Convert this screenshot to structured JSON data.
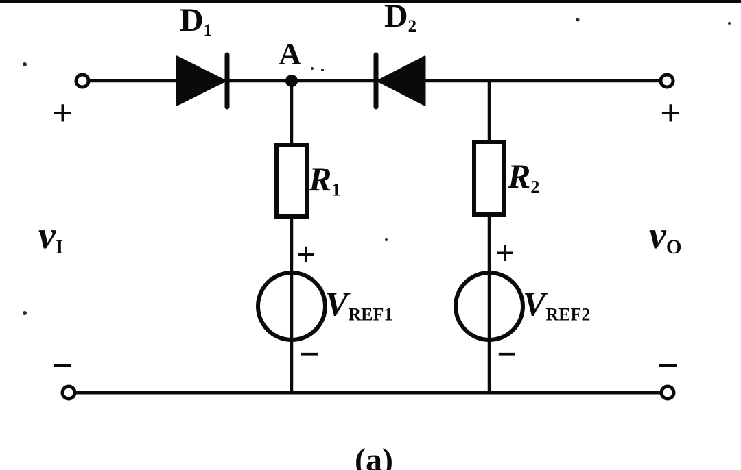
{
  "labels": {
    "d1": {
      "base": "D",
      "sub": "1"
    },
    "d2": {
      "base": "D",
      "sub": "2"
    },
    "node_a": "A",
    "r1": {
      "base": "R",
      "sub": "1"
    },
    "r2": {
      "base": "R",
      "sub": "2"
    },
    "vref1": {
      "base": "V",
      "sub": "REF1"
    },
    "vref2": {
      "base": "V",
      "sub": "REF2"
    },
    "vi": {
      "base": "v",
      "sub": "I"
    },
    "vo": {
      "base": "v",
      "sub": "O"
    },
    "input_plus": "+",
    "input_minus": "−",
    "output_plus": "+",
    "output_minus": "−",
    "src1_plus": "+",
    "src1_minus": "−",
    "src2_plus": "+",
    "src2_minus": "−",
    "caption": "(a)"
  },
  "symbols": {
    "diode1": "diode-pointing-right-with-cathode-bar",
    "diode2": "diode-pointing-left-with-cathode-bar",
    "resistor": "open-rectangle",
    "voltage_source": "circle-with-vertical-line-through",
    "terminal": "open-circle",
    "node": "filled-dot"
  },
  "colors": {
    "ink": "#0a0a0a",
    "paper": "#ffffff"
  }
}
